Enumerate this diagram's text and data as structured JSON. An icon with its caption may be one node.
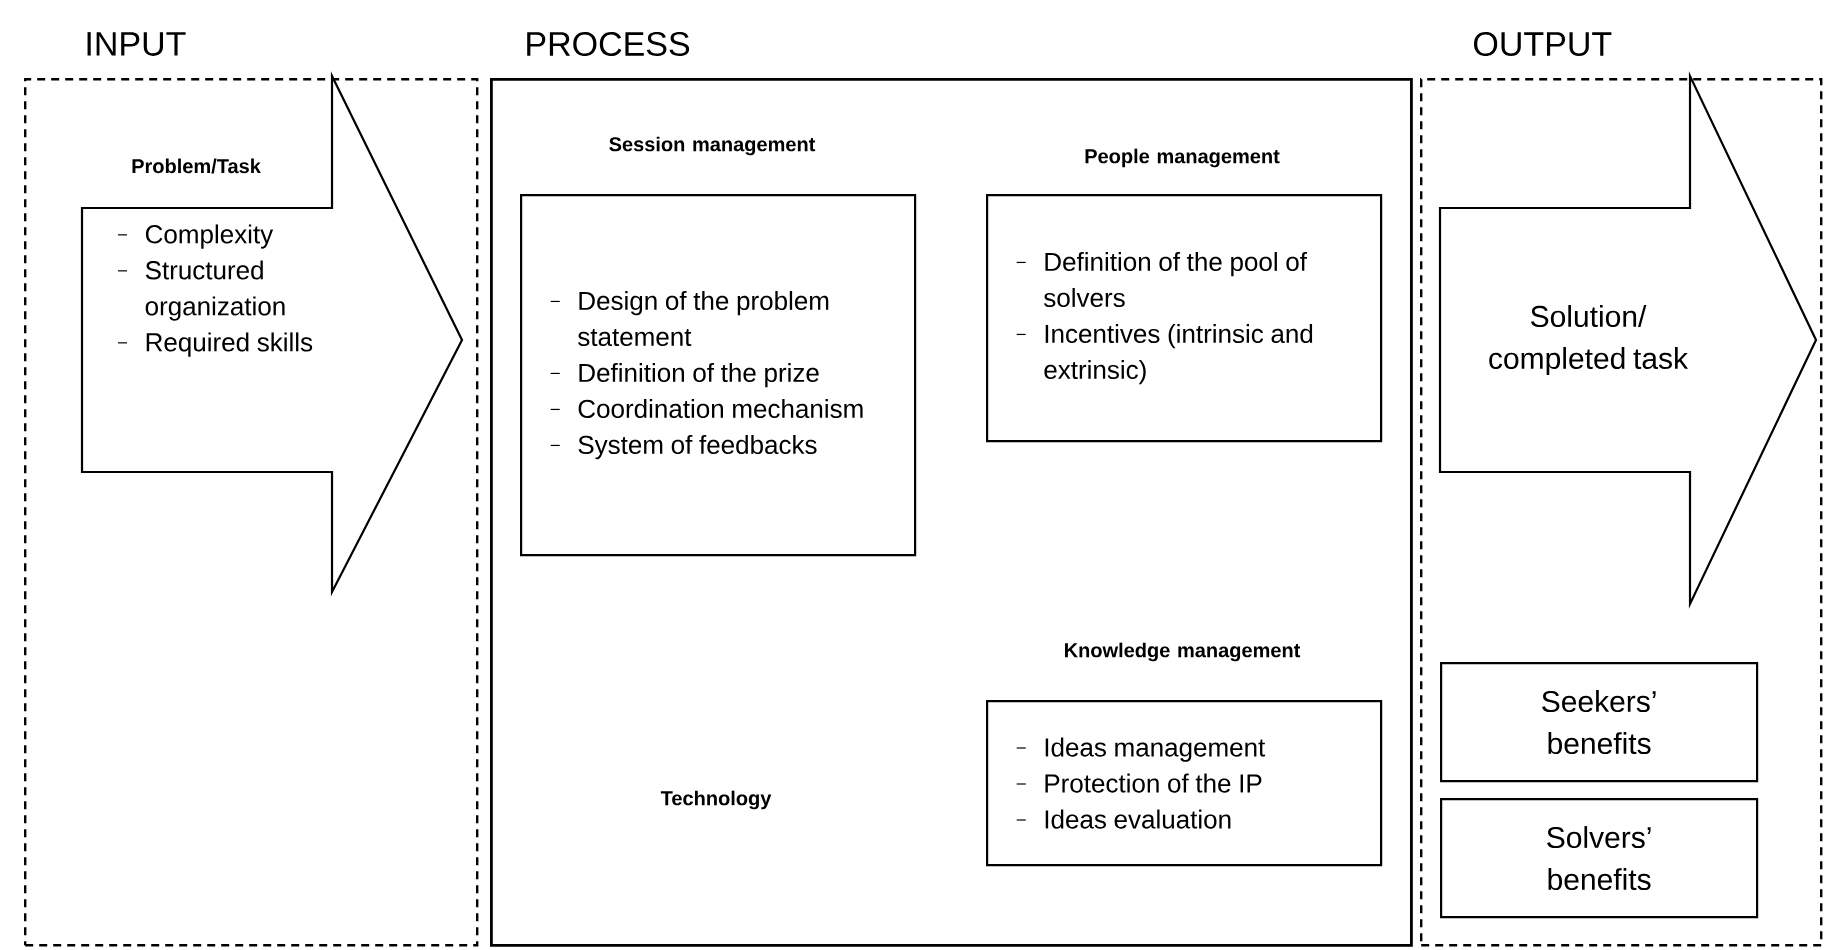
{
  "diagram": {
    "nodes": [
      {
        "text": [
          "INPUT"
        ]
      },
      {
        "text": [
          "Problem/Task",
          "Complexity",
          "Structured organization",
          "Required skills"
        ],
        "in": 0
      },
      {
        "text": [
          "PROCESS"
        ]
      },
      {
        "text": [
          "Session management",
          "Design of the problem statement",
          "Definition of the prize",
          "Coordination mechanism",
          "System of feedbacks"
        ],
        "in": 2
      },
      {
        "text": [
          "People management",
          "Definition of the pool of solvers",
          "Incentives (intrinsic and extrinsic)"
        ],
        "in": 2
      },
      {
        "text": [
          "Knowledge management",
          "Ideas management",
          "Protection of the IP",
          "Ideas evaluation"
        ],
        "in": 2
      },
      {
        "text": [
          "OUTPUT"
        ]
      },
      {
        "text": [
          "Solution/ completed task"
        ],
        "in": 6
      },
      {
        "text": [
          "Seekers’ benefits"
        ],
        "in": 6
      },
      {
        "text": [
          "Solvers’ benefits"
        ],
        "in": 6
      }
    ],
    "labels": [
      "Technology"
    ]
  }
}
